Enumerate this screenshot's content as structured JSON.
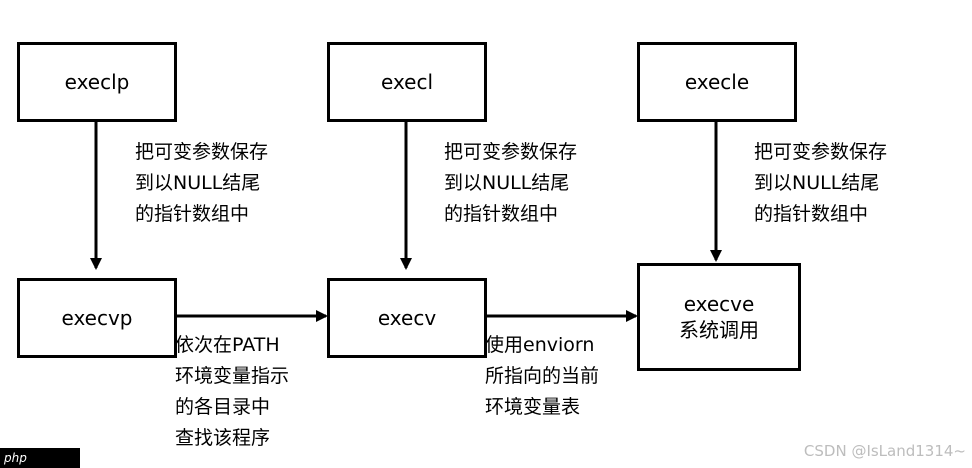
{
  "boxes": {
    "execlp": "execlp",
    "execl": "execl",
    "execle": "execle",
    "execvp": "execvp",
    "execv": "execv",
    "execve_line1": "execve",
    "execve_line2": "系统调用"
  },
  "notes": {
    "save_variadic_1": "把可变参数保存\n到以NULL结尾\n的指针数组中",
    "save_variadic_2": "把可变参数保存\n到以NULL结尾\n的指针数组中",
    "save_variadic_3": "把可变参数保存\n到以NULL结尾\n的指针数组中",
    "path_search": "依次在PATH\n环境变量指示\n的各目录中\n查找该程序",
    "use_environ": "使用enviorn\n所指向的当前\n环境变量表"
  },
  "watermark": "CSDN @IsLand1314~",
  "badge": "php"
}
